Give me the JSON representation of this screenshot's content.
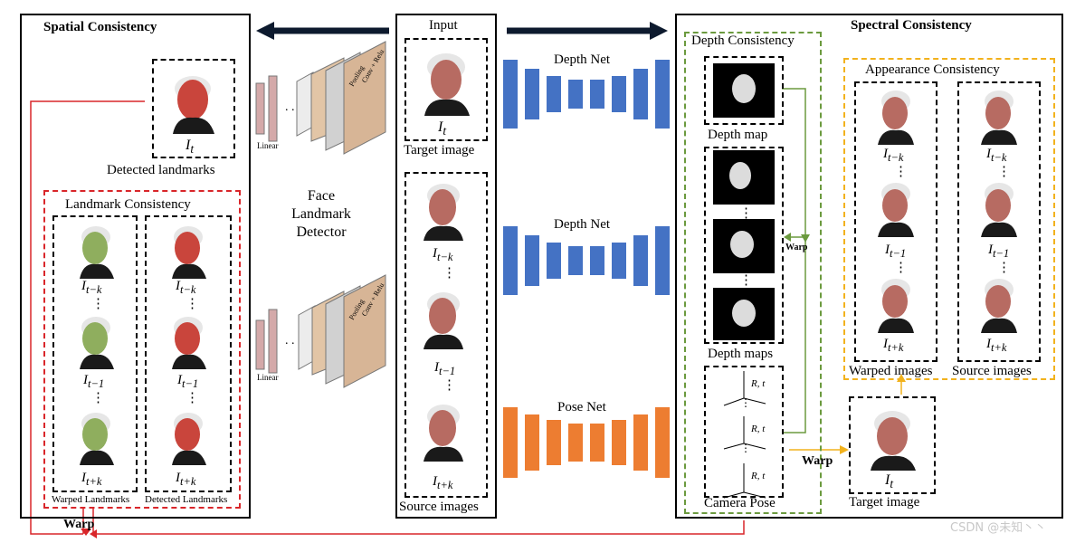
{
  "spatial": {
    "title": "Spatial Consistency",
    "detected_caption": "Detected landmarks",
    "landmark_box_title": "Landmark Consistency",
    "warped_caption": "Warped Landmarks",
    "detected_lm_caption": "Detected Landmarks",
    "warp_label": "Warp"
  },
  "detector": {
    "label_line1": "Face",
    "label_line2": "Landmark",
    "label_line3": "Detector",
    "layers": [
      "Linear",
      "Pooling",
      "Conv + Relu"
    ]
  },
  "input": {
    "title": "Input",
    "target_caption": "Target image",
    "source_caption": "Source images"
  },
  "nets": {
    "depth1": "Depth Net",
    "depth2": "Depth Net",
    "pose": "Pose Net"
  },
  "spectral": {
    "title": "Spectral Consistency",
    "depth_box_title": "Depth Consistency",
    "depth_map": "Depth map",
    "depth_maps": "Depth maps",
    "camera_pose": "Camera Pose",
    "warp_inner": "Warp",
    "appearance_title": "Appearance Consistency",
    "warped_images": "Warped images",
    "source_images": "Source images",
    "target_caption": "Target image",
    "warp_label": "Warp",
    "rt": "R, t"
  },
  "symbols": {
    "it": "I",
    "sub_t": "t",
    "sub_tk": "t−k",
    "sub_t1": "t−1",
    "sub_tpk": "t+k",
    "dots": "⋮"
  },
  "watermark": "CSDN @未知丶丶"
}
